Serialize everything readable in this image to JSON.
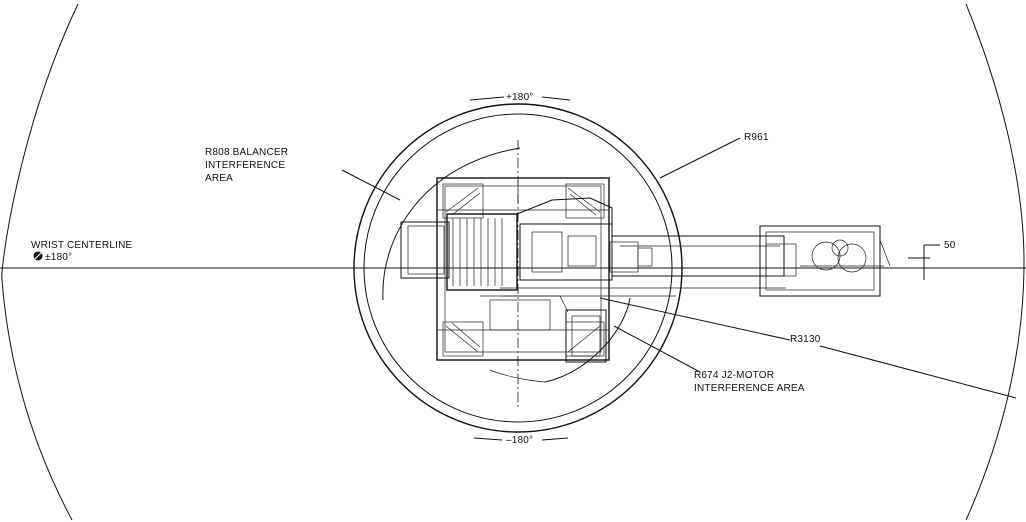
{
  "labels": {
    "wrist_centerline_line1": "WRIST CENTERLINE",
    "wrist_centerline_line2": "±180°",
    "balancer_line1": "R808 BALANCER",
    "balancer_line2": "INTERFERENCE",
    "balancer_line3": "AREA",
    "plus_180": "+180°",
    "minus_180": "–180°",
    "r961": "R961",
    "r3130": "R3130",
    "motor_line1": "R674 J2-MOTOR",
    "motor_line2": "INTERFERENCE AREA",
    "dim_50": "50"
  },
  "icons": {
    "wrist_symbol": "rotation-symbol-icon"
  }
}
